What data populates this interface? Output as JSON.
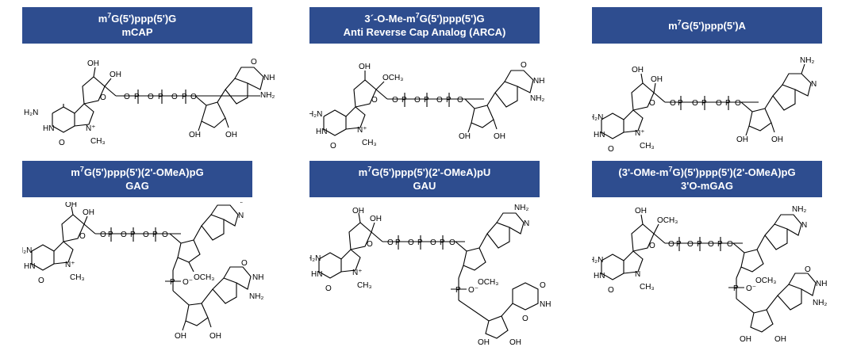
{
  "accent_color": "#2e4d8f",
  "panels": [
    {
      "id": "mcap",
      "line1_parts": [
        "m",
        "7",
        "G(5')ppp(5')G"
      ],
      "line2": "mCAP"
    },
    {
      "id": "arca",
      "line1_parts": [
        "3´-O-Me-m",
        "7",
        "G(5')ppp(5')G"
      ],
      "line2": "Anti Reverse Cap Analog (ARCA)"
    },
    {
      "id": "m7a",
      "line1_parts": [
        "m",
        "7",
        "G(5')ppp(5')A"
      ],
      "line2": ""
    },
    {
      "id": "gag",
      "line1_parts": [
        "m",
        "7",
        "G(5')ppp(5')(2'-OMeA)pG"
      ],
      "line2": "GAG"
    },
    {
      "id": "gau",
      "line1_parts": [
        "m",
        "7",
        "G(5')ppp(5')(2'-OMeA)pU"
      ],
      "line2": "GAU"
    },
    {
      "id": "mgag",
      "line1_parts": [
        "(3'-OMe-m",
        "7",
        "G)(5')ppp(5')(2'-OMeA)pG"
      ],
      "line2": "3'O-mGAG"
    }
  ],
  "atoms": {
    "oh": "OH",
    "o": "O",
    "p": "P",
    "nh2": "NH₂",
    "h2n": "H₂N",
    "n": "N",
    "nh": "NH",
    "hn": "HN",
    "ch3": "CH₃",
    "och3": "OCH₃",
    "minus": "−",
    "nplus": "N⁺",
    "n_minus_o": "O⁻"
  }
}
